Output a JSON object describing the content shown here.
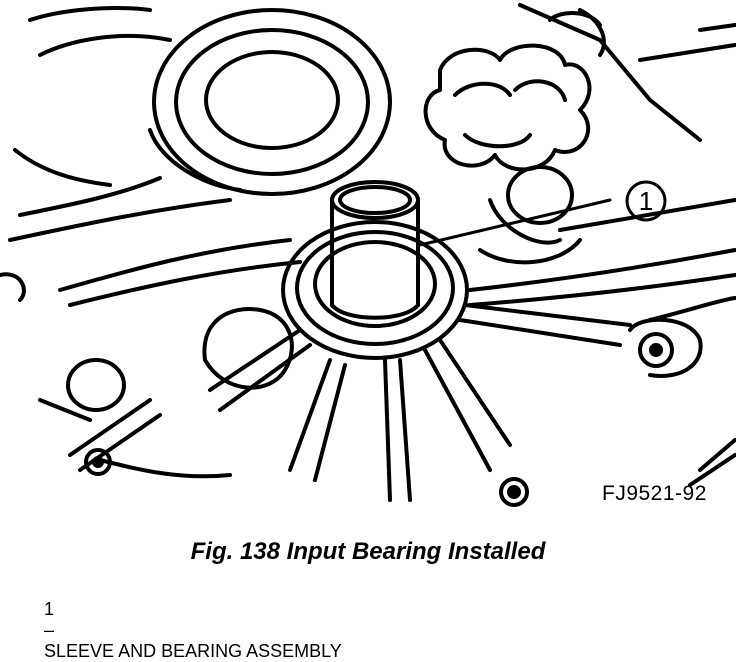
{
  "figure": {
    "callout": "1",
    "code": "FJ9521-92",
    "caption": "Fig. 138 Input Bearing Installed",
    "legend": [
      {
        "number": "1",
        "separator": "–",
        "text": "SLEEVE AND BEARING ASSEMBLY"
      }
    ]
  }
}
